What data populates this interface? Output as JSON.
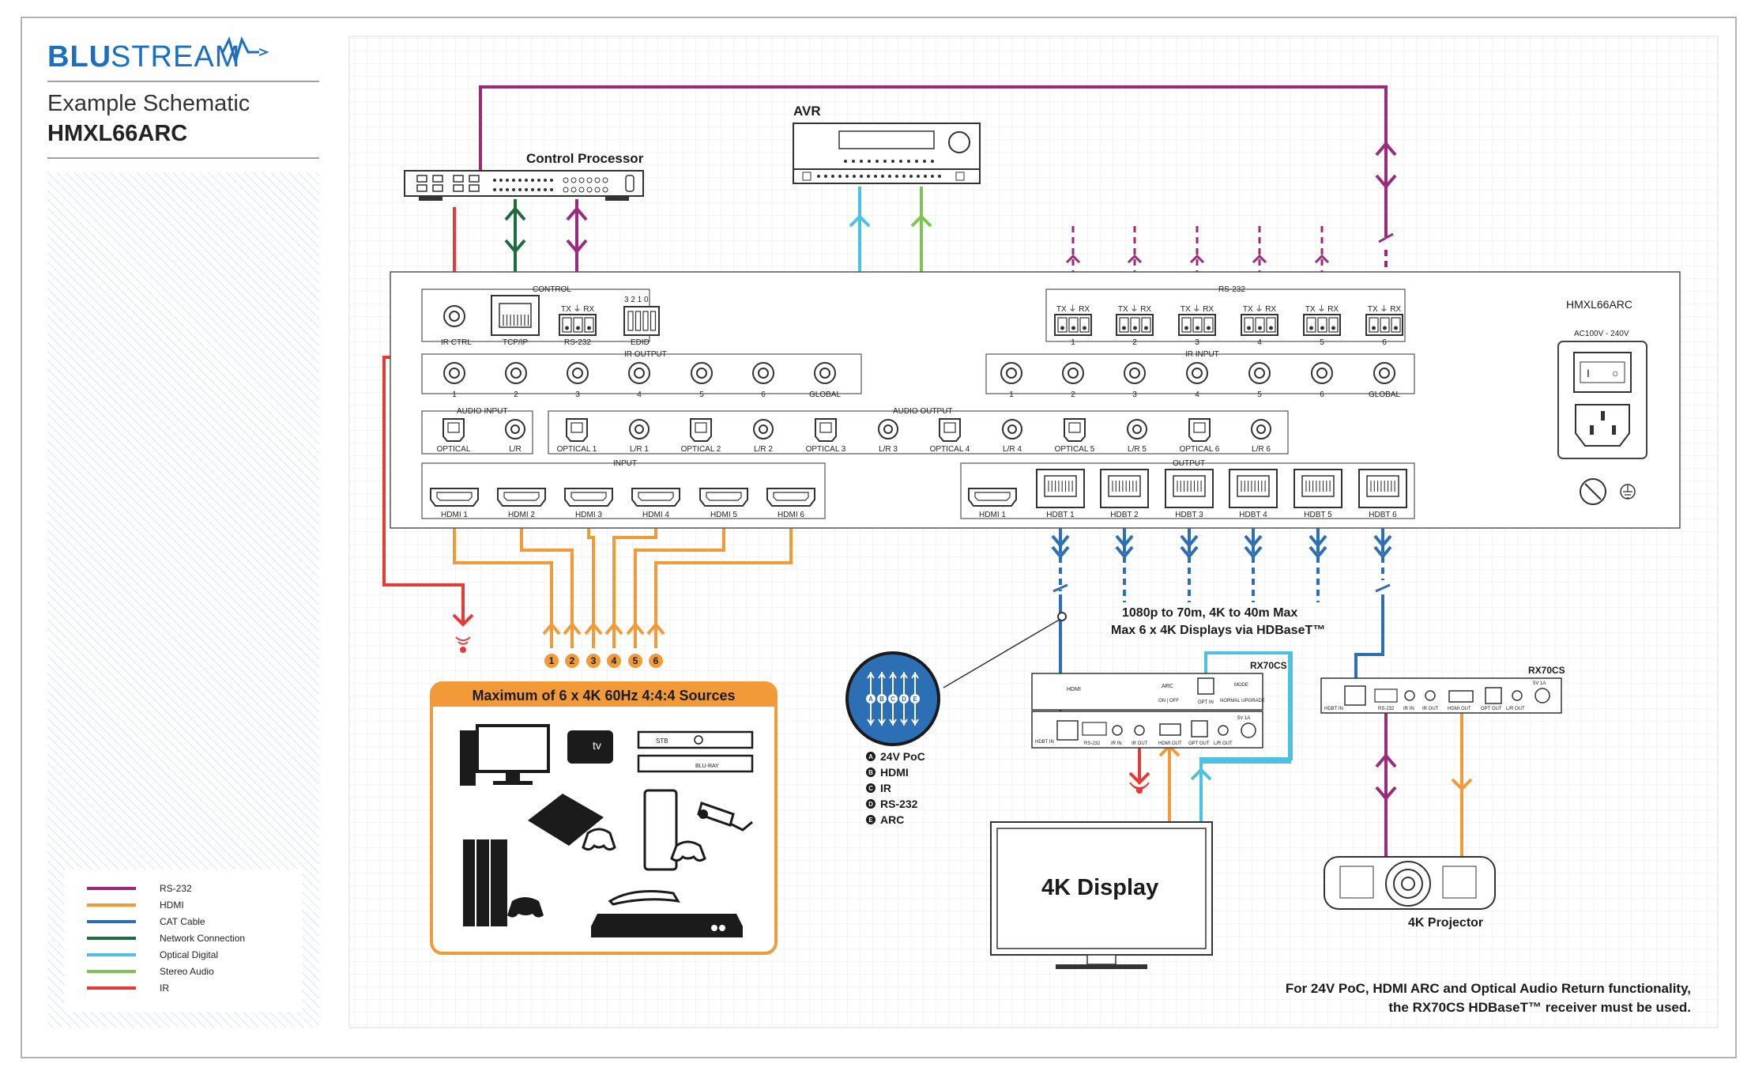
{
  "brand": {
    "logo_text_a": "BLU",
    "logo_text_b": "STREAM",
    "accent": "#1a6fc0"
  },
  "header": {
    "subtitle": "Example Schematic",
    "model": "HMXL66ARC"
  },
  "legend": {
    "items": [
      {
        "label": "RS-232",
        "color": "#9b2a7d"
      },
      {
        "label": "HDMI",
        "color": "#f39a38"
      },
      {
        "label": "CAT Cable",
        "color": "#2d6fb5"
      },
      {
        "label": "Network Connection",
        "color": "#1d6b3e"
      },
      {
        "label": "Optical Digital",
        "color": "#4ec1e0"
      },
      {
        "label": "Stereo Audio",
        "color": "#7ec452"
      },
      {
        "label": "IR",
        "color": "#e53a35"
      }
    ]
  },
  "devices": {
    "control_processor": "Control Processor",
    "avr": "AVR",
    "display": "4K Display",
    "projector": "4K Projector",
    "rx_left": "RX70CS",
    "rx_right": "RX70CS",
    "matrix_model": "HMXL66ARC",
    "matrix_power": "AC100V - 240V"
  },
  "matrix": {
    "control_label": "CONTROL",
    "ir_ctrl": "IR CTRL",
    "tcpip": "TCP/IP",
    "rs232": "RS-232",
    "edid": "EDID",
    "edid_nums": "3 2 1 0",
    "tx_rx": "TX  ⏚  RX",
    "ir_output": "IR OUTPUT",
    "ir_out_ports": [
      "1",
      "2",
      "3",
      "4",
      "5",
      "6",
      "GLOBAL"
    ],
    "rs232_right": "RS-232",
    "rs232_ports": [
      "1",
      "2",
      "3",
      "4",
      "5",
      "6"
    ],
    "ir_input": "IR INPUT",
    "ir_in_ports": [
      "1",
      "2",
      "3",
      "4",
      "5",
      "6",
      "GLOBAL"
    ],
    "audio_input": "AUDIO INPUT",
    "audio_in_ports": [
      "OPTICAL",
      "L/R"
    ],
    "audio_output": "AUDIO OUTPUT",
    "audio_out_ports": [
      "OPTICAL 1",
      "L/R 1",
      "OPTICAL 2",
      "L/R 2",
      "OPTICAL 3",
      "L/R 3",
      "OPTICAL 4",
      "L/R 4",
      "OPTICAL 5",
      "L/R 5",
      "OPTICAL 6",
      "L/R 6"
    ],
    "input_label": "INPUT",
    "input_ports": [
      "HDMI 1",
      "HDMI 2",
      "HDMI 3",
      "HDMI 4",
      "HDMI 5",
      "HDMI 6"
    ],
    "output_label": "OUTPUT",
    "output_ports": [
      "HDMI 1",
      "HDBT 1",
      "HDBT 2",
      "HDBT 3",
      "HDBT 4",
      "HDBT 5",
      "HDBT 6"
    ]
  },
  "sources": {
    "title": "Maximum of 6 x 4K 60Hz 4:4:4 Sources",
    "numbers": [
      "1",
      "2",
      "3",
      "4",
      "5",
      "6"
    ],
    "appletv": "tv",
    "stb": "STB",
    "bluray": "BLU-RAY"
  },
  "hdbt_note": {
    "line1": "1080p to 70m, 4K to 40m Max",
    "line2": "Max 6 x 4K Displays via HDBaseT™"
  },
  "poc_legend": {
    "letters": [
      "A",
      "B",
      "C",
      "D",
      "E"
    ],
    "items": [
      "24V PoC",
      "HDMI",
      "IR",
      "RS-232",
      "ARC"
    ]
  },
  "rx_ports": {
    "hdmi_in": "HDMI",
    "arc": "ARC",
    "on_off": "ON | OFF",
    "opt_in": "OPT IN",
    "mode": "MODE",
    "normal_upgrade": "NORMAL  UPGRADE",
    "hdbt_in": "HDBT IN",
    "rs232": "RS-232",
    "ir_in": "IR IN",
    "ir_out": "IR OUT",
    "hdmi_out": "HDMI OUT",
    "opt_out": "OPT OUT",
    "lr_out": "L/R OUT",
    "power": "5V 1A"
  },
  "footer": {
    "line1": "For 24V PoC, HDMI ARC and Optical Audio Return functionality,",
    "line2": "the RX70CS HDBaseT™ receiver must be used."
  }
}
